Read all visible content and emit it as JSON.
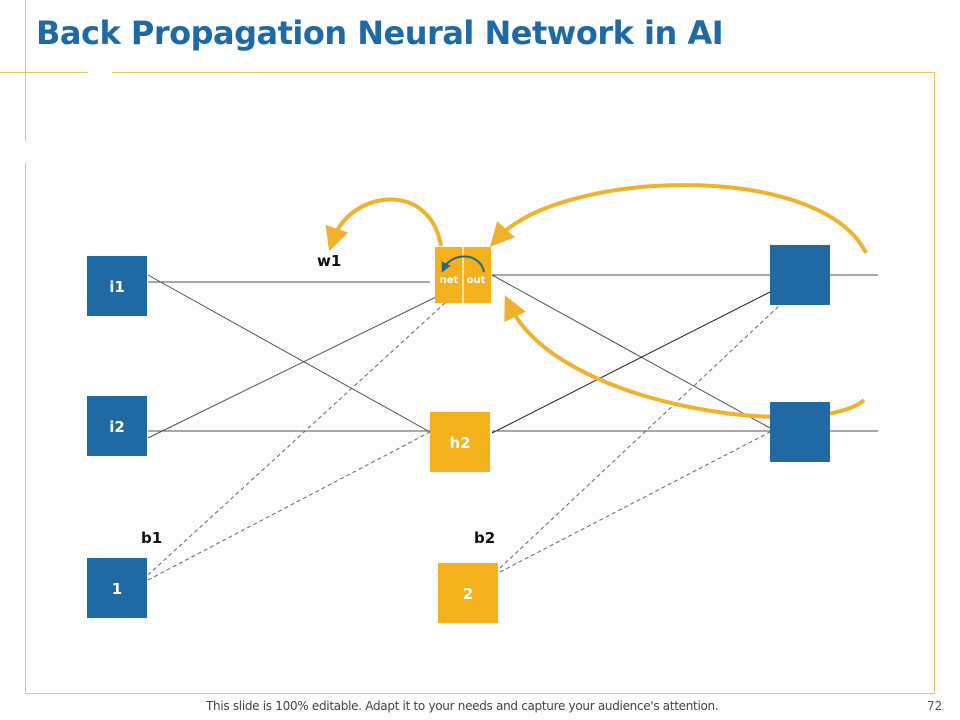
{
  "slide": {
    "title": "Back Propagation Neural Network in AI",
    "footer_text": "This slide is 100% editable. Adapt it to your needs and capture your audience's attention.",
    "page_number": "72"
  },
  "colors": {
    "blue": "#1f6aa5",
    "orange": "#f5b01e",
    "arrow": "#f0b22e",
    "inner_arrow": "#236b84",
    "frame": "#e6c85a"
  },
  "diagram": {
    "nodes": {
      "i1": {
        "label": "i1",
        "layer": "input"
      },
      "i2": {
        "label": "i2",
        "layer": "input"
      },
      "b1_node": {
        "label": "1",
        "layer": "bias"
      },
      "h1": {
        "net_label": "net",
        "out_label": "out",
        "layer": "hidden"
      },
      "h2": {
        "label": "h2",
        "layer": "hidden"
      },
      "b2_node": {
        "label": "2",
        "layer": "bias"
      },
      "o1": {
        "label": "",
        "layer": "output"
      },
      "o2": {
        "label": "",
        "layer": "output"
      }
    },
    "labels": {
      "w1": "w1",
      "b1": "b1",
      "b2": "b2"
    },
    "connections": [
      {
        "from": "i1",
        "to": "h1",
        "style": "solid"
      },
      {
        "from": "i1",
        "to": "h2",
        "style": "solid"
      },
      {
        "from": "i2",
        "to": "h1",
        "style": "solid"
      },
      {
        "from": "i2",
        "to": "h2",
        "style": "solid"
      },
      {
        "from": "b1_node",
        "to": "h1",
        "style": "dashed"
      },
      {
        "from": "b1_node",
        "to": "h2",
        "style": "dashed"
      },
      {
        "from": "h1",
        "to": "o1",
        "style": "solid"
      },
      {
        "from": "h1",
        "to": "o2",
        "style": "solid"
      },
      {
        "from": "h2",
        "to": "o1",
        "style": "solid"
      },
      {
        "from": "h2",
        "to": "o2",
        "style": "solid"
      },
      {
        "from": "b2_node",
        "to": "o1",
        "style": "dashed"
      },
      {
        "from": "b2_node",
        "to": "o2",
        "style": "dashed"
      }
    ]
  }
}
